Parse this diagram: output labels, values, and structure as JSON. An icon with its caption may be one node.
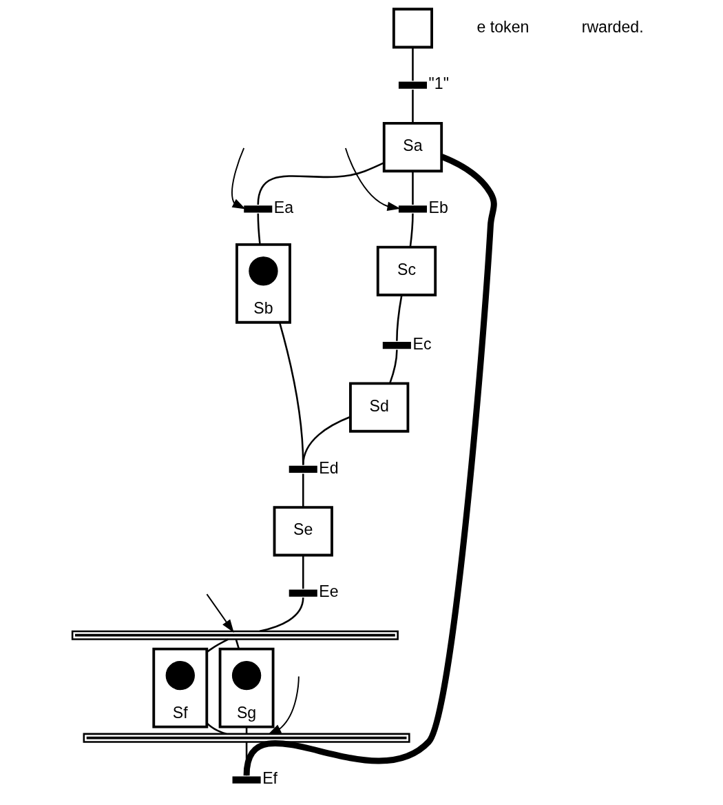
{
  "diagram": {
    "nodes": [
      {
        "text": [],
        "shape": "box"
      },
      {
        "text": [
          "\"1\""
        ]
      },
      {
        "text": [
          "Sa"
        ]
      },
      {
        "text": [
          "Ea"
        ]
      },
      {
        "text": [
          "Eb"
        ]
      },
      {
        "text": [
          "Sb"
        ]
      },
      {
        "text": [],
        "shape": "circle",
        "in": 5
      },
      {
        "text": [
          "Sc"
        ]
      },
      {
        "text": [
          "Ec"
        ]
      },
      {
        "text": [
          "Sd"
        ]
      },
      {
        "text": [
          "Ed"
        ]
      },
      {
        "text": [
          "Se"
        ]
      },
      {
        "text": [
          "Ee"
        ]
      },
      {
        "text": [],
        "shape": "bar"
      },
      {
        "text": [
          "Sf"
        ]
      },
      {
        "text": [],
        "shape": "circle",
        "in": 14
      },
      {
        "text": [
          "Sg"
        ]
      },
      {
        "text": [],
        "shape": "circle",
        "in": 16
      },
      {
        "text": [],
        "shape": "bar"
      },
      {
        "text": [
          "Ef"
        ]
      }
    ],
    "edges": [
      {
        "from": 0,
        "to": 1,
        "arrow": "none"
      },
      {
        "from": 1,
        "to": 2,
        "arrow": "none"
      },
      {
        "from": 2,
        "to": 3,
        "arrow": "none"
      },
      {
        "from": 2,
        "to": 4,
        "arrow": "none"
      },
      {
        "from": 3,
        "to": 5,
        "arrow": "none"
      },
      {
        "from": 4,
        "to": 7,
        "arrow": "none"
      },
      {
        "from": 7,
        "to": 8,
        "arrow": "none"
      },
      {
        "from": 8,
        "to": 9,
        "arrow": "none"
      },
      {
        "from": 5,
        "to": 10,
        "arrow": "none"
      },
      {
        "from": 9,
        "to": 10,
        "arrow": "none"
      },
      {
        "from": 10,
        "to": 11,
        "arrow": "none"
      },
      {
        "from": 11,
        "to": 12,
        "arrow": "none"
      },
      {
        "from": 12,
        "to": 13,
        "arrow": "none"
      },
      {
        "from": 13,
        "to": 14,
        "arrow": "none"
      },
      {
        "from": 13,
        "to": 16,
        "arrow": "none"
      },
      {
        "from": 14,
        "to": 18,
        "arrow": "none"
      },
      {
        "from": 16,
        "to": 18,
        "arrow": "none"
      },
      {
        "from": 18,
        "to": 19,
        "arrow": "none"
      },
      {
        "from": 19,
        "to": 2,
        "arrow": "none",
        "style": "thick"
      },
      {
        "from": null,
        "to": 3,
        "arrow": "to"
      },
      {
        "from": null,
        "to": 4,
        "arrow": "to"
      },
      {
        "from": null,
        "to": 13,
        "arrow": "to"
      },
      {
        "from": null,
        "to": 18,
        "arrow": "to"
      }
    ],
    "labels": [
      "e token",
      "rwarded."
    ]
  }
}
